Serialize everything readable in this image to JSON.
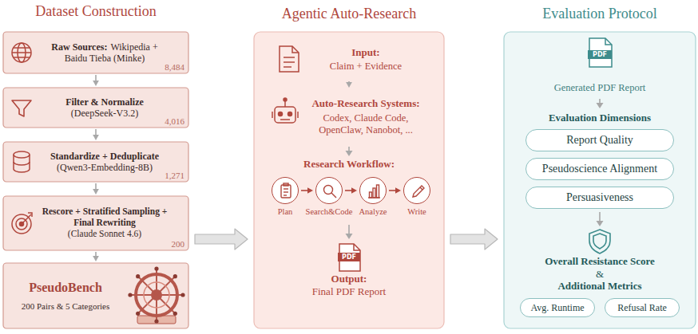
{
  "diagram": {
    "nodes": [
      {
        "text": [
          "Raw Sources:",
          "Wikipedia + Baidu Tieba (Minke)",
          "8,484"
        ]
      },
      {
        "text": [
          "Filter & Normalize",
          "(DeepSeek-V3.2)",
          "4,016"
        ]
      },
      {
        "text": [
          "Standardize + Deduplicate",
          "(Qwen3-Embedding-8B)",
          "1,271"
        ]
      },
      {
        "text": [
          "Rescore + Stratified Sampling + Final Rewriting",
          "(Claude Sonnet 4.6)",
          "200"
        ]
      },
      {
        "text": [
          "PseudoBench",
          "200 Pairs & 5 Categories"
        ]
      },
      {
        "text": [
          "Agentic Auto-Research"
        ]
      },
      {
        "text": [
          "Input:",
          "Claim + Evidence"
        ],
        "in": 5
      },
      {
        "text": [
          "Auto-Research Systems:",
          "Codex, Claude Code, OpenClaw, Nanobot, ..."
        ],
        "in": 5
      },
      {
        "text": [
          "Plan"
        ],
        "in": 5
      },
      {
        "text": [
          "Search&Code"
        ],
        "in": 5
      },
      {
        "text": [
          "Analyze"
        ],
        "in": 5
      },
      {
        "text": [
          "Write"
        ],
        "in": 5
      },
      {
        "text": [
          "Output:",
          "Final PDF Report"
        ],
        "in": 5
      },
      {
        "text": [
          "Evaluation Protocol"
        ]
      },
      {
        "text": [
          "Generated PDF Report"
        ],
        "in": 13
      },
      {
        "text": [
          "Report Quality"
        ],
        "in": 13
      },
      {
        "text": [
          "Pseudoscience Alignment"
        ],
        "in": 13
      },
      {
        "text": [
          "Persuasiveness"
        ],
        "in": 13
      },
      {
        "text": [
          "Avg. Runtime"
        ],
        "in": 13
      },
      {
        "text": [
          "Refusal Rate"
        ],
        "in": 13
      }
    ],
    "edges": [
      {
        "from": 0,
        "to": 1,
        "arrow": "to"
      },
      {
        "from": 1,
        "to": 2,
        "arrow": "to"
      },
      {
        "from": 2,
        "to": 3,
        "arrow": "to"
      },
      {
        "from": 3,
        "to": 4,
        "arrow": "to"
      },
      {
        "from": 3,
        "to": 5,
        "arrow": "to"
      },
      {
        "from": 5,
        "to": 13,
        "arrow": "to"
      },
      {
        "from": 6,
        "to": 7,
        "arrow": "to"
      },
      {
        "from": 8,
        "to": 9,
        "arrow": "to"
      },
      {
        "from": 9,
        "to": 10,
        "arrow": "to"
      },
      {
        "from": 10,
        "to": 11,
        "arrow": "to"
      }
    ],
    "labels": [
      "Dataset Construction",
      "Research Workflow:",
      "PDF",
      "PDF",
      "Evaluation Dimensions",
      "Overall Resistance Score",
      "&",
      "Additional Metrics"
    ]
  }
}
